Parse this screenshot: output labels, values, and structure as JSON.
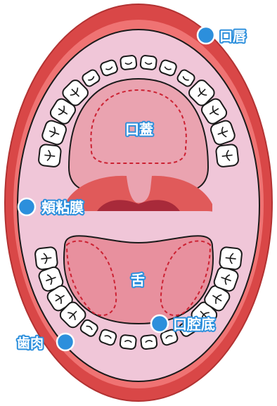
{
  "labels": {
    "lip": "口唇",
    "palate": "口蓋",
    "buccal_mucosa": "頬粘膜",
    "tongue": "舌",
    "floor_of_mouth": "口腔底",
    "gums": "歯肉"
  },
  "colors": {
    "lip_outer": "#d94747",
    "lip_inner": "#ef7373",
    "mucosa": "#f0c6d8",
    "palate_fill": "#eaa3b0",
    "throat": "#e05a5a",
    "throat_dark": "#a82a3a",
    "tongue": "#e8909e",
    "tooth": "#ffffff",
    "outline": "#1a1a1a",
    "dash": "#cc2233",
    "marker": "#2c8fdc"
  },
  "icons": {
    "marker": "blue-dot-icon",
    "tooth": "tooth-icon"
  }
}
